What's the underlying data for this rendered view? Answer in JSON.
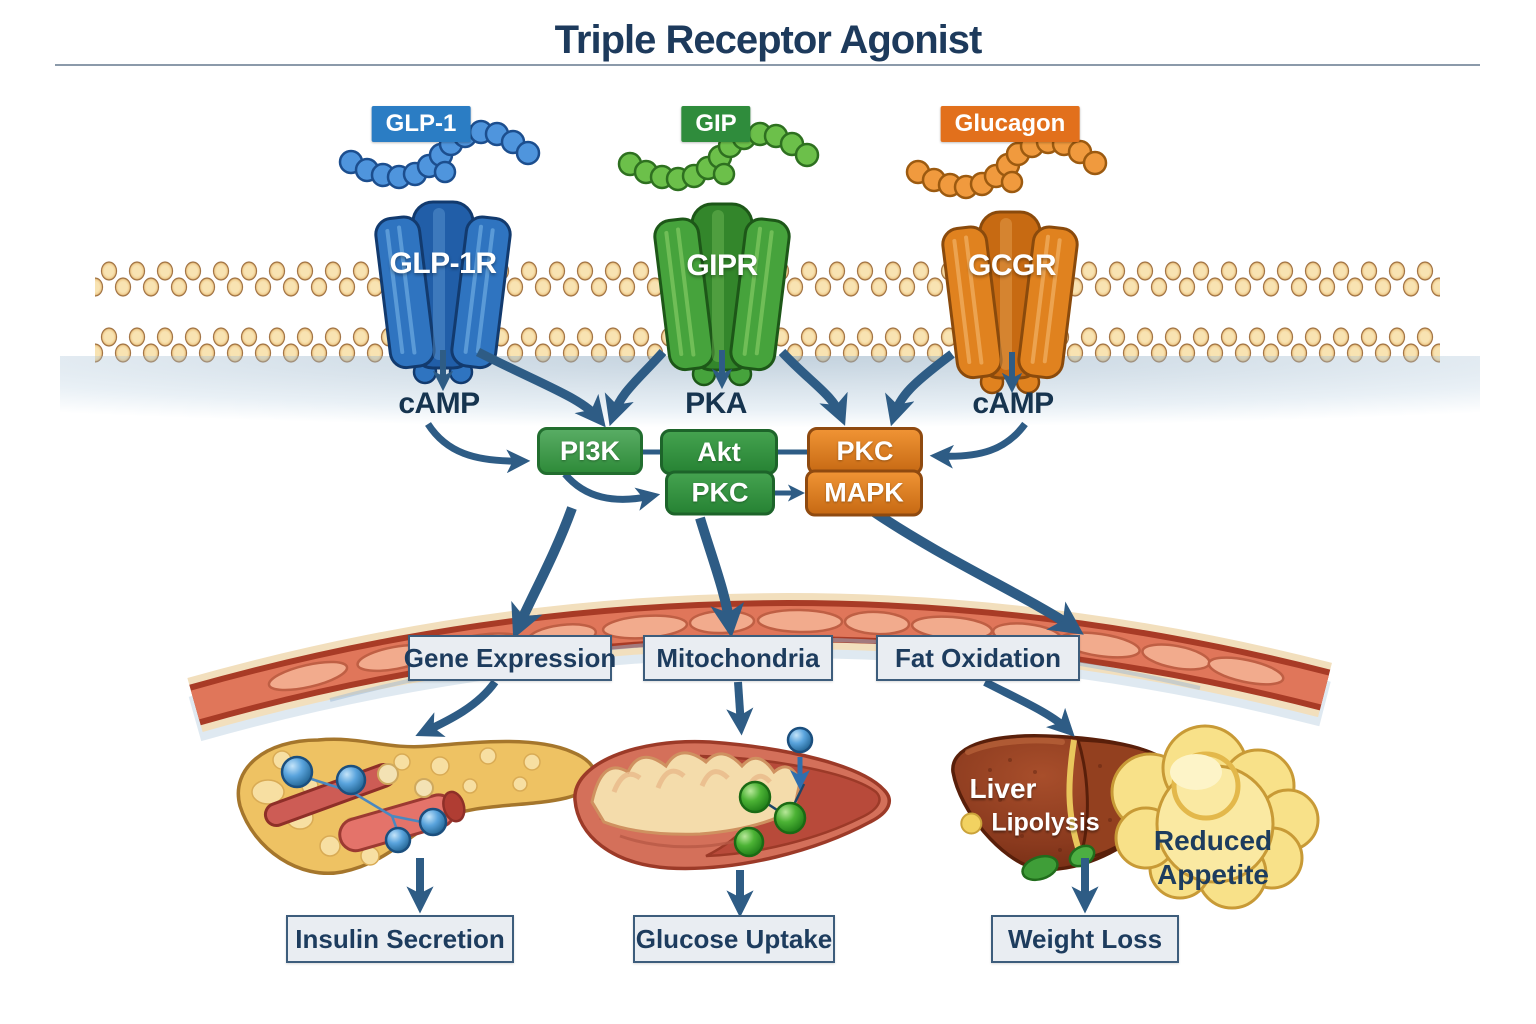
{
  "title": "Triple Receptor Agonist",
  "ligands": [
    {
      "label": "GLP-1",
      "color": "#2b7dc4"
    },
    {
      "label": "GIP",
      "color": "#2f8c3c"
    },
    {
      "label": "Glucagon",
      "color": "#e2701c"
    }
  ],
  "receptors": [
    {
      "label": "GLP-1R"
    },
    {
      "label": "GIPR"
    },
    {
      "label": "GCGR"
    }
  ],
  "messengers": [
    {
      "label": "cAMP"
    },
    {
      "label": "PKA"
    },
    {
      "label": "cAMP"
    }
  ],
  "kinases": [
    {
      "label": "PI3K",
      "variant": "green"
    },
    {
      "label": "Akt",
      "variant": "green"
    },
    {
      "label": "PKC",
      "variant": "orange"
    },
    {
      "label": "PKC",
      "variant": "green"
    },
    {
      "label": "MAPK",
      "variant": "orange"
    }
  ],
  "processes": [
    {
      "label": "Gene Expression"
    },
    {
      "label": "Mitochondria"
    },
    {
      "label": "Fat Oxidation"
    }
  ],
  "organs": {
    "liver_label": "Liver",
    "lipolysis_label": "Lipolysis",
    "reduced_appetite": [
      "Reduced",
      "Appetite"
    ]
  },
  "outcomes": [
    {
      "label": "Insulin Secretion"
    },
    {
      "label": "Glucose Uptake"
    },
    {
      "label": "Weight Loss"
    }
  ],
  "colors": {
    "accent_navy": "#1d3c5e",
    "arrow_blue": "#2e5c85",
    "ligand_blue": "#2b7dc4",
    "ligand_green": "#2f8c3c",
    "ligand_orange": "#e2701c",
    "kinase_green": "#3da04b",
    "kinase_orange": "#d97b1e",
    "label_box_bg": "#e9edf2",
    "label_box_border": "#3d5d7c"
  }
}
